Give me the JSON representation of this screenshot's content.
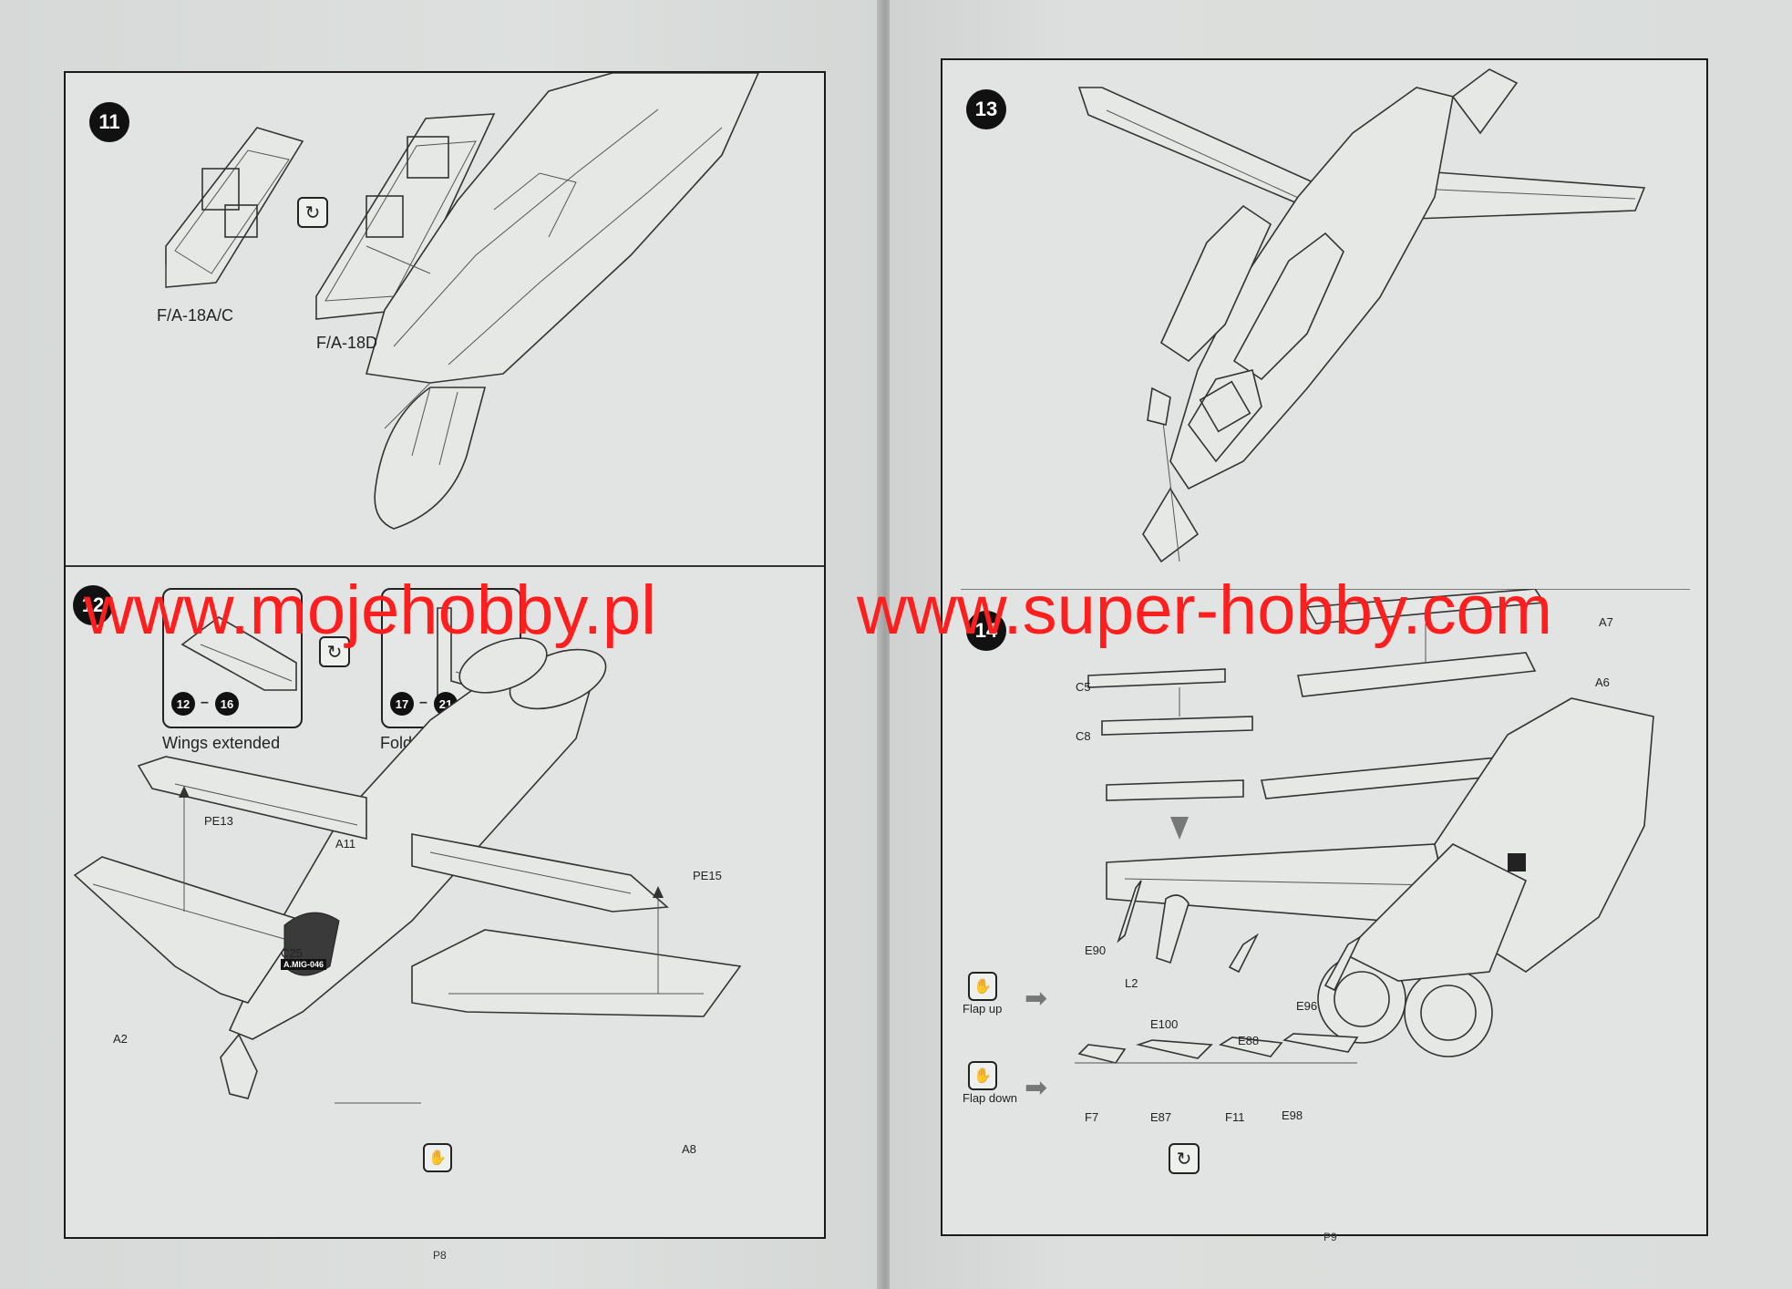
{
  "document": {
    "left_page": {
      "page_number": "P8",
      "steps": [
        {
          "number": "11",
          "captions": [
            "F/A-18A/C",
            "F/A-18D"
          ]
        },
        {
          "number": "12",
          "captions": [
            "Wings extended",
            "Fold Wings"
          ],
          "ranges": [
            [
              "12",
              "16"
            ],
            [
              "17",
              "21"
            ]
          ],
          "part_labels": [
            "PE13",
            "A11",
            "PE15",
            "C25",
            "A.MIG-046",
            "A2",
            "A8"
          ]
        }
      ]
    },
    "right_page": {
      "page_number": "P9",
      "steps": [
        {
          "number": "13"
        },
        {
          "number": "14",
          "part_labels": [
            "A7",
            "C5",
            "A6",
            "C8",
            "E90",
            "L2",
            "E100",
            "E88",
            "E96",
            "F7",
            "E87",
            "F11",
            "E98"
          ],
          "flap_labels": [
            "Flap up",
            "Flap down"
          ]
        }
      ]
    },
    "watermarks": [
      "www.mojehobby.pl",
      "www.super-hobby.com"
    ],
    "icons": [
      "rotate-icon",
      "hand-icon",
      "arrow-icon"
    ]
  }
}
